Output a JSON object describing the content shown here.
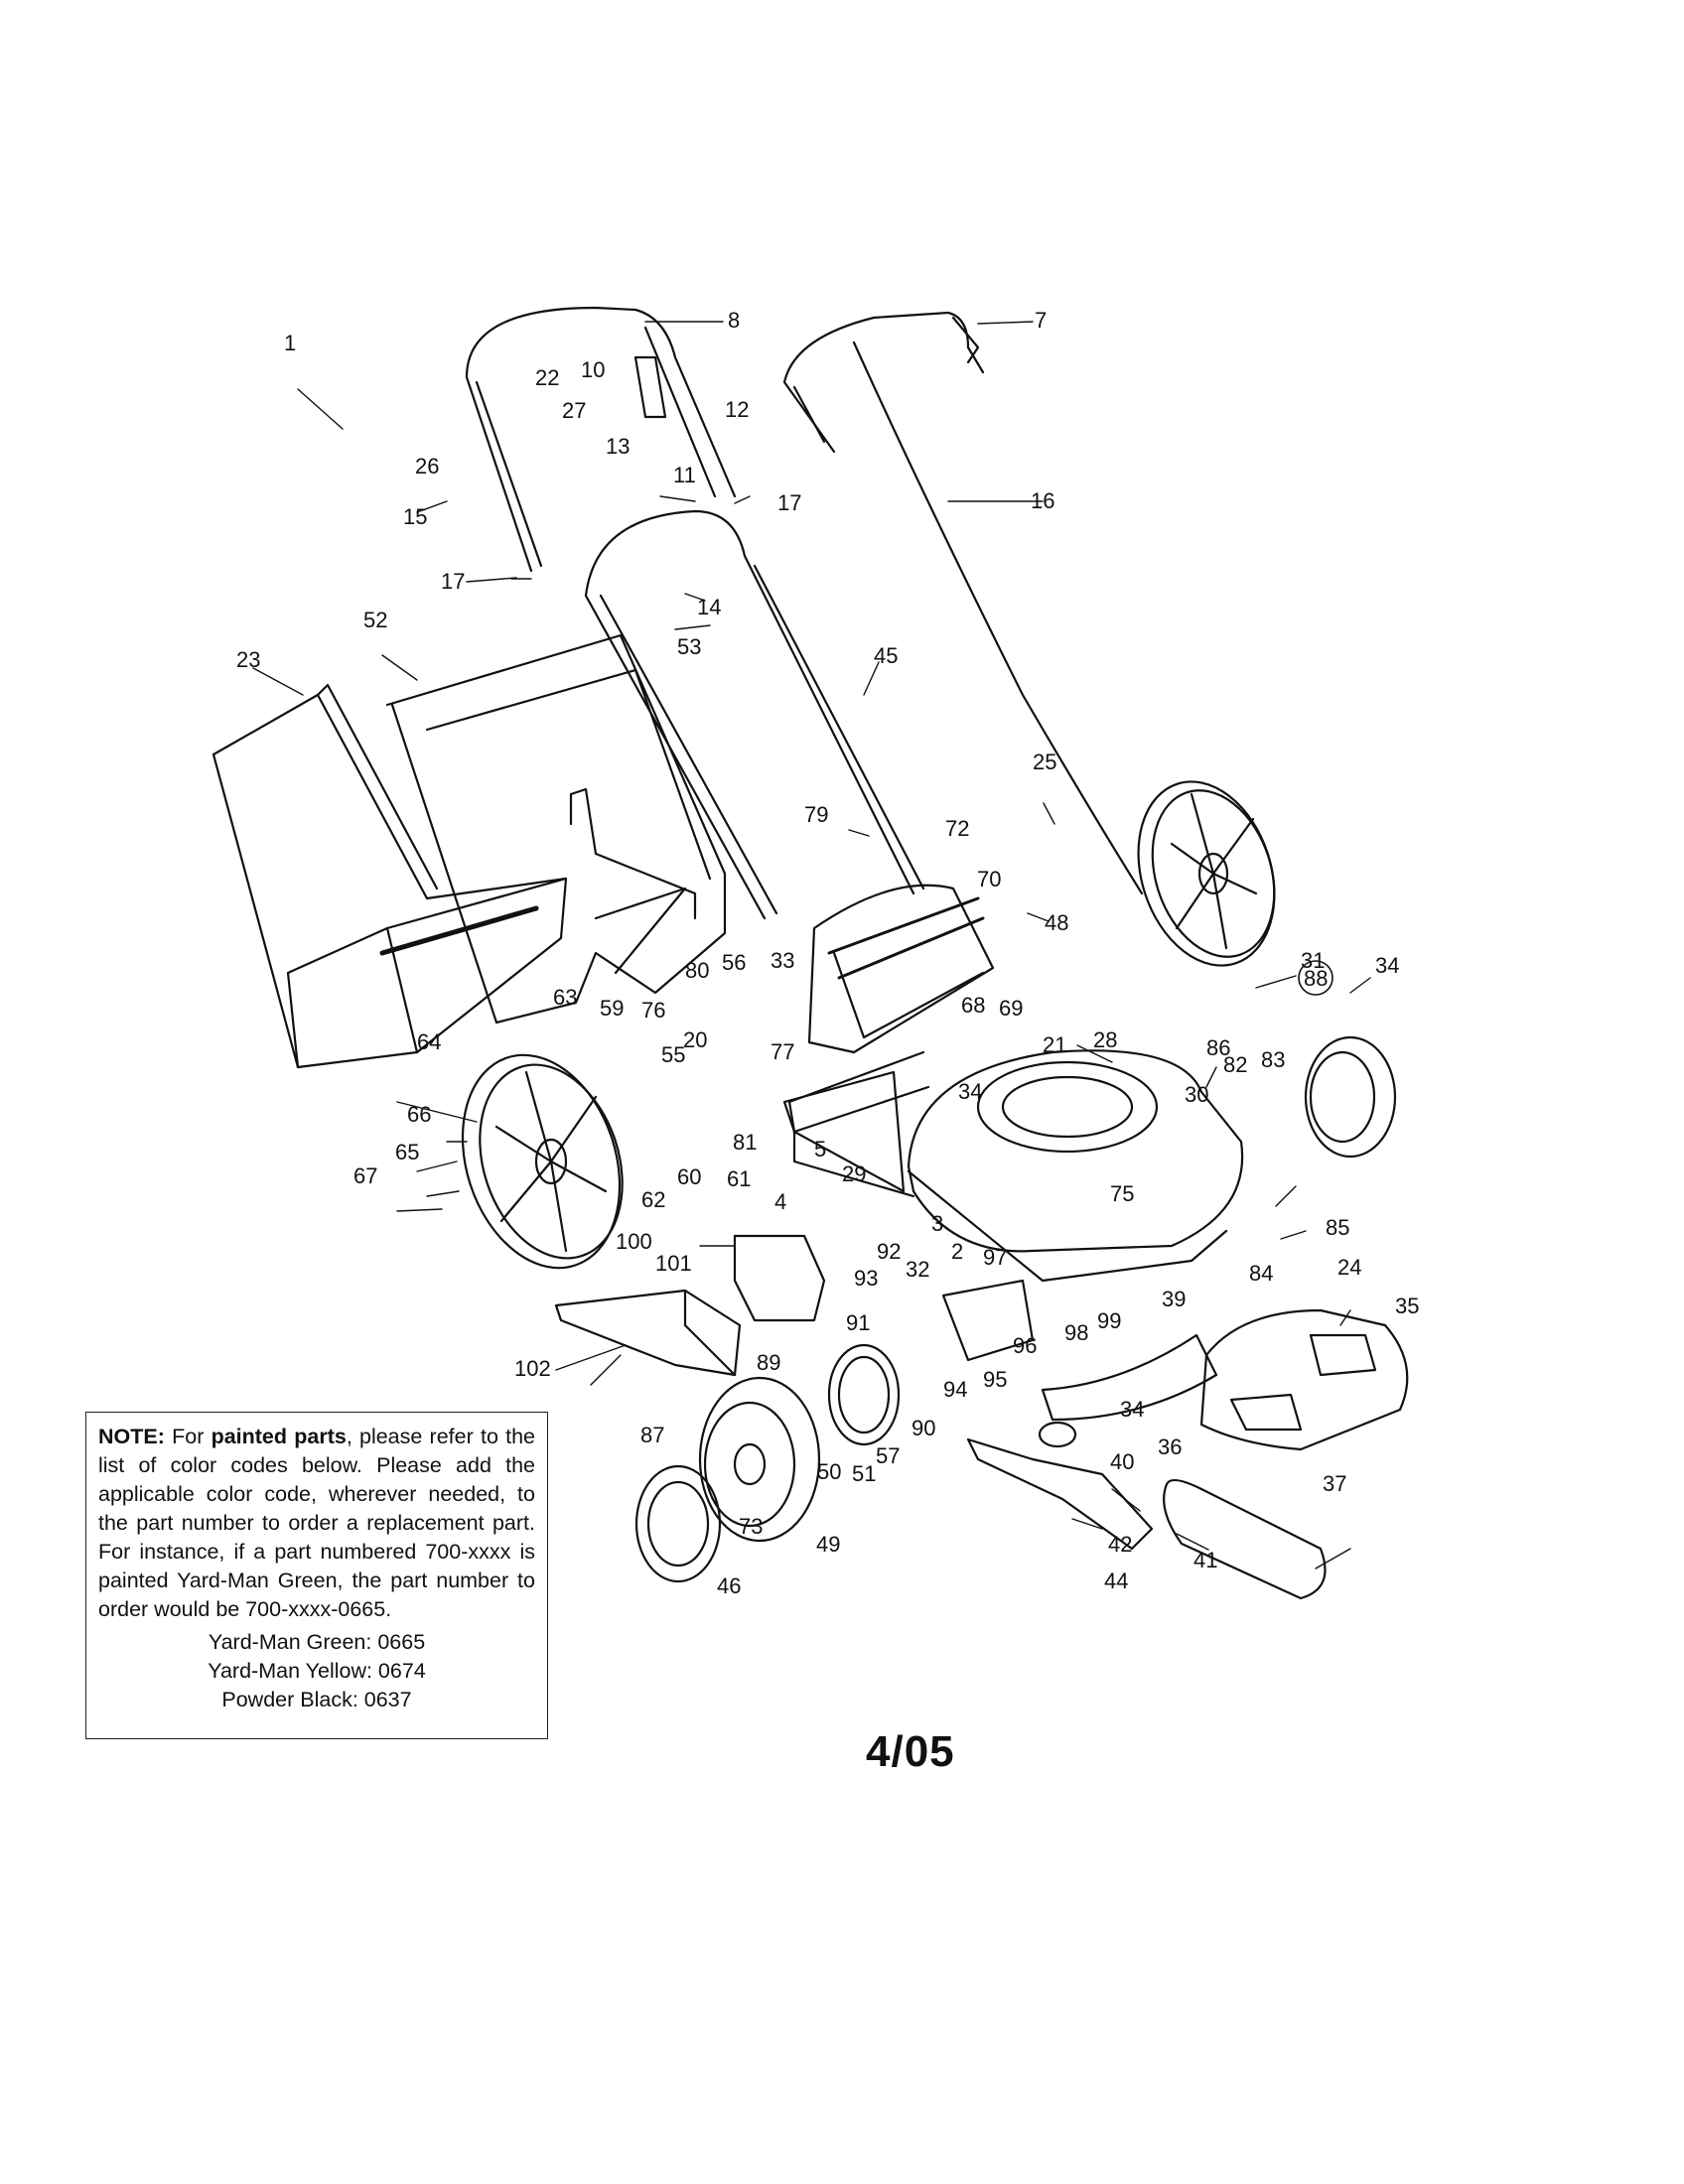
{
  "callouts": [
    {
      "label": "1"
    },
    {
      "label": "2"
    },
    {
      "label": "3"
    },
    {
      "label": "4"
    },
    {
      "label": "5"
    },
    {
      "label": "7"
    },
    {
      "label": "8"
    },
    {
      "label": "10"
    },
    {
      "label": "11"
    },
    {
      "label": "12"
    },
    {
      "label": "13"
    },
    {
      "label": "14"
    },
    {
      "label": "15"
    },
    {
      "label": "16"
    },
    {
      "label": "17"
    },
    {
      "label": "17"
    },
    {
      "label": "20"
    },
    {
      "label": "21"
    },
    {
      "label": "22"
    },
    {
      "label": "23"
    },
    {
      "label": "24"
    },
    {
      "label": "25"
    },
    {
      "label": "26"
    },
    {
      "label": "27"
    },
    {
      "label": "28"
    },
    {
      "label": "29"
    },
    {
      "label": "30"
    },
    {
      "label": "31"
    },
    {
      "label": "32"
    },
    {
      "label": "33"
    },
    {
      "label": "34"
    },
    {
      "label": "34"
    },
    {
      "label": "34"
    },
    {
      "label": "35"
    },
    {
      "label": "36"
    },
    {
      "label": "37"
    },
    {
      "label": "39"
    },
    {
      "label": "40"
    },
    {
      "label": "41"
    },
    {
      "label": "42"
    },
    {
      "label": "44"
    },
    {
      "label": "45"
    },
    {
      "label": "46"
    },
    {
      "label": "48"
    },
    {
      "label": "49"
    },
    {
      "label": "50"
    },
    {
      "label": "51"
    },
    {
      "label": "52"
    },
    {
      "label": "53"
    },
    {
      "label": "55"
    },
    {
      "label": "56"
    },
    {
      "label": "57"
    },
    {
      "label": "59"
    },
    {
      "label": "60"
    },
    {
      "label": "61"
    },
    {
      "label": "62"
    },
    {
      "label": "63"
    },
    {
      "label": "64"
    },
    {
      "label": "65"
    },
    {
      "label": "66"
    },
    {
      "label": "67"
    },
    {
      "label": "68"
    },
    {
      "label": "69"
    },
    {
      "label": "70"
    },
    {
      "label": "72"
    },
    {
      "label": "73"
    },
    {
      "label": "75"
    },
    {
      "label": "76"
    },
    {
      "label": "77"
    },
    {
      "label": "79"
    },
    {
      "label": "80"
    },
    {
      "label": "81"
    },
    {
      "label": "82"
    },
    {
      "label": "83"
    },
    {
      "label": "84"
    },
    {
      "label": "85"
    },
    {
      "label": "86"
    },
    {
      "label": "87"
    },
    {
      "label": "88"
    },
    {
      "label": "89"
    },
    {
      "label": "90"
    },
    {
      "label": "91"
    },
    {
      "label": "92"
    },
    {
      "label": "93"
    },
    {
      "label": "94"
    },
    {
      "label": "95"
    },
    {
      "label": "96"
    },
    {
      "label": "97"
    },
    {
      "label": "98"
    },
    {
      "label": "99"
    },
    {
      "label": "100"
    },
    {
      "label": "101"
    },
    {
      "label": "102"
    }
  ],
  "note": {
    "heading": "NOTE:",
    "intro": "For",
    "emphasis": "painted parts",
    "body": ", please refer to the list of color codes below. Please add the applicable color code, wherever needed, to the part number to order a replacement part. For instance, if a part numbered 700-xxxx is painted Yard-Man Green, the part number to order would be 700-xxxx-0665.",
    "codes": [
      "Yard-Man Green: 0665",
      "Yard-Man Yellow: 0674",
      "Powder Black: 0637"
    ]
  },
  "date_code": "4/05",
  "colors": {
    "ink": "#111111",
    "paper": "#ffffff"
  }
}
